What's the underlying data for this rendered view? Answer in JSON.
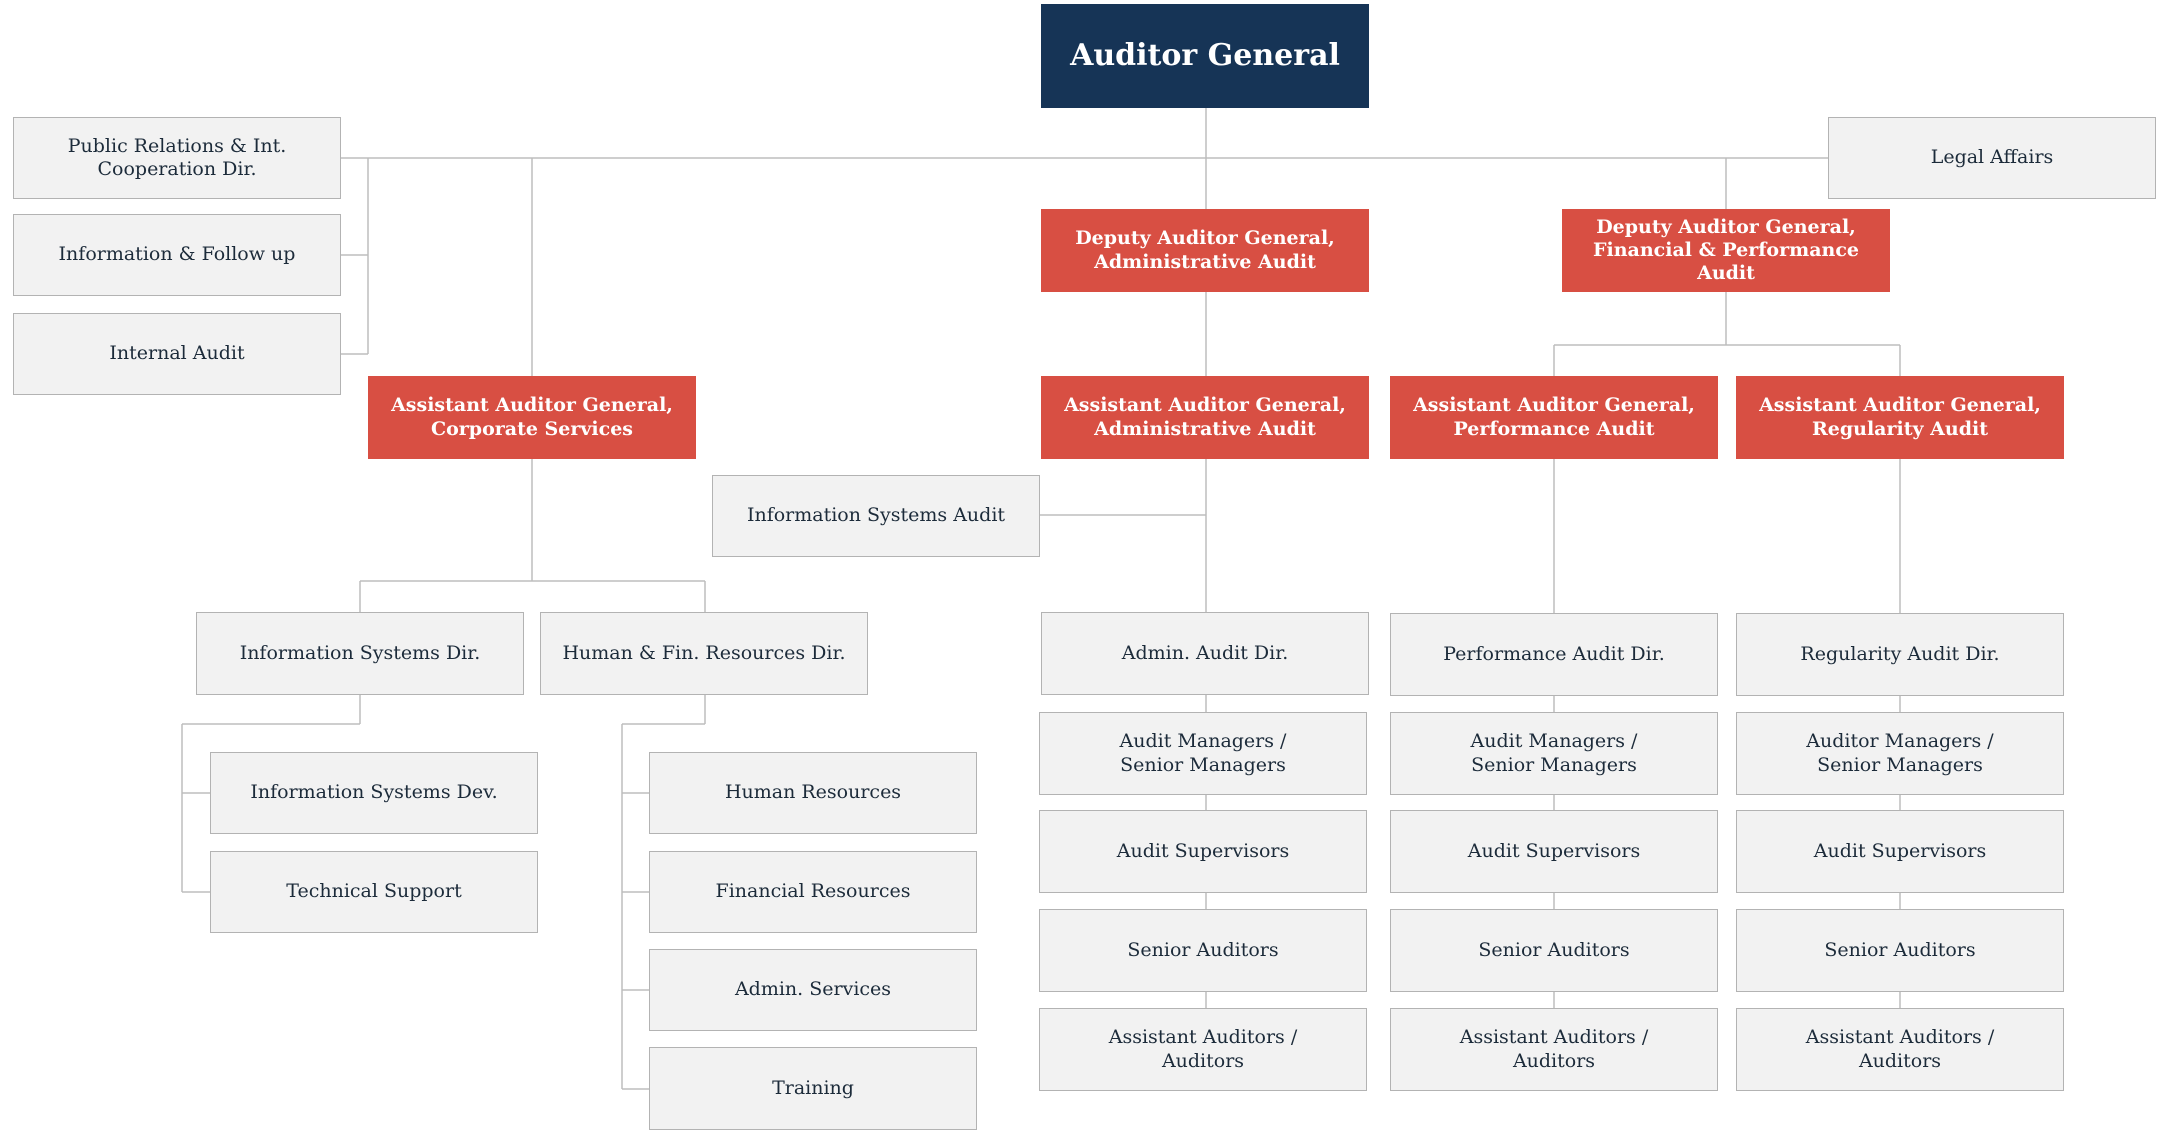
{
  "top": {
    "label": "Auditor General"
  },
  "staff": {
    "public_relations": "Public Relations & Int.\nCooperation Dir.",
    "information_follow_up": "Information & Follow up",
    "internal_audit": "Internal Audit",
    "legal_affairs": "Legal Affairs"
  },
  "deputies": {
    "administrative": "Deputy Auditor General,\nAdministrative Audit",
    "financial_performance": "Deputy Auditor General,\nFinancial & Performance Audit"
  },
  "assistants": {
    "corporate": "Assistant Auditor General,\nCorporate Services",
    "administrative": "Assistant Auditor General,\nAdministrative Audit",
    "performance": "Assistant Auditor General,\nPerformance Audit",
    "regularity": "Assistant Auditor General,\nRegularity Audit"
  },
  "corporate": {
    "is_dir": "Information Systems Dir.",
    "hr_fin_dir": "Human & Fin. Resources Dir.",
    "is_dev": "Information Systems Dev.",
    "tech_support": "Technical Support",
    "human_resources": "Human Resources",
    "financial_resources": "Financial Resources",
    "admin_services": "Admin. Services",
    "training": "Training"
  },
  "is_audit": "Information Systems Audit",
  "admin_col": {
    "dir": "Admin. Audit Dir.",
    "managers": "Audit Managers /\nSenior Managers",
    "supervisors": "Audit Supervisors",
    "senior": "Senior Auditors",
    "assistants": "Assistant Auditors /\nAuditors"
  },
  "perf_col": {
    "dir": "Performance Audit Dir.",
    "managers": "Audit Managers /\nSenior Managers",
    "supervisors": "Audit Supervisors",
    "senior": "Senior Auditors",
    "assistants": "Assistant Auditors /\nAuditors"
  },
  "reg_col": {
    "dir": "Regularity Audit Dir.",
    "managers": "Auditor Managers /\nSenior Managers",
    "supervisors": "Audit Supervisors",
    "senior": "Senior Auditors",
    "assistants": "Assistant Auditors /\nAuditors"
  },
  "colors": {
    "navy": "#163456",
    "red": "#d84f43",
    "gray_fill": "#f2f2f2",
    "border": "#b3b3b3",
    "line": "#bdbdbd"
  }
}
